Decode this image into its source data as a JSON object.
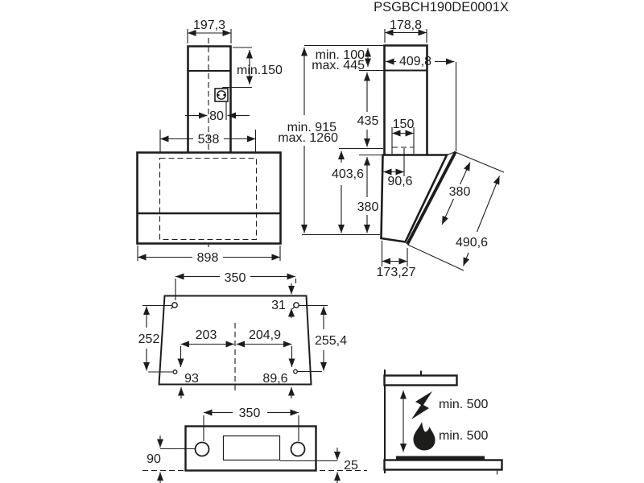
{
  "drawing_code": "PSGBCH190DE0001X",
  "front_view": {
    "chimney_width": "197,3",
    "chimney_overlap_min": "min.150",
    "socket_offset": "80",
    "inner_width": "538",
    "body_width": "898"
  },
  "side_view": {
    "chimney_depth": "178,8",
    "adjust_min": "min. 100",
    "adjust_max": "max. 445",
    "total_depth": "409,8",
    "chimney_height": "435",
    "duct_width": "150",
    "height_min": "min. 915",
    "height_max": "max. 1260",
    "body_rear_height": "403,6",
    "duct_offset": "90,6",
    "body_front_height": "380",
    "panel_length": "380",
    "panel_total_length": "490,6",
    "bottom_depth": "173,27"
  },
  "template_view": {
    "top_hole_spacing": "350",
    "top_hole_offset": "31",
    "left_hole_drop": "252",
    "left_hole_inset": "203",
    "right_hole_inset": "204,9",
    "right_hole_drop": "255,4",
    "bottom_left_offset": "93",
    "bottom_right_offset": "89,6"
  },
  "bracket_view": {
    "hole_spacing": "350",
    "hole_height": "90",
    "edge_offset": "25"
  },
  "clearance_view": {
    "electric_clearance": "min. 500",
    "gas_clearance": "min. 500"
  }
}
